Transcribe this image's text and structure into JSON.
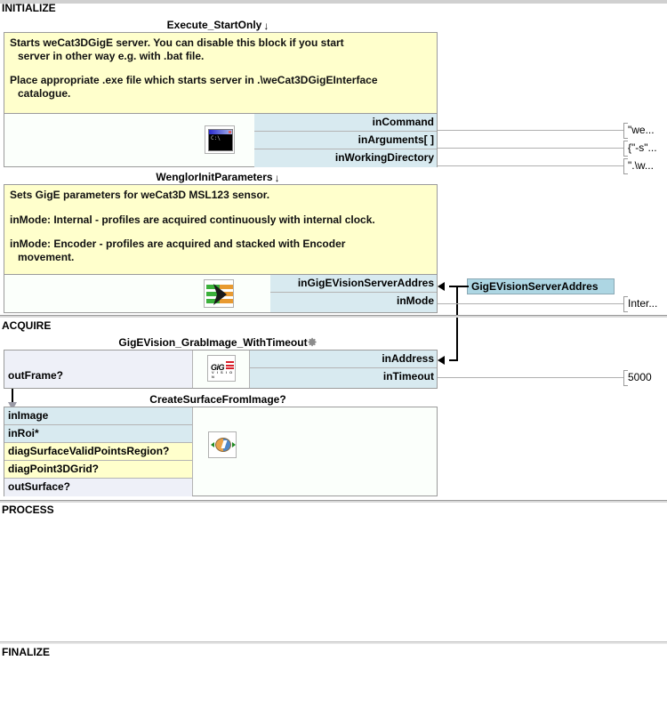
{
  "sections": [
    {
      "id": "initialize",
      "label": "INITIALIZE"
    },
    {
      "id": "acquire",
      "label": "ACQUIRE"
    },
    {
      "id": "process",
      "label": "PROCESS"
    },
    {
      "id": "finalize",
      "label": "FINALIZE"
    }
  ],
  "blocks": {
    "execute_startonly": {
      "title": "Execute_StartOnly",
      "title_glyph": "↓",
      "comment": {
        "line1": "Starts weCat3DGigE server. You can disable this block if you start",
        "line2": "server in other way e.g. with .bat file.",
        "line3": "Place appropriate .exe file which starts server in .\\weCat3DGigEInterface",
        "line4": "catalogue."
      },
      "icon": "console-icon",
      "inputs": [
        {
          "label": "inCommand",
          "value": "\"we..."
        },
        {
          "label": "inArguments[ ]",
          "value": "{\"-s\"..."
        },
        {
          "label": "inWorkingDirectory",
          "value": "\".\\w..."
        }
      ]
    },
    "wenglor_init_parameters": {
      "title": "WenglorInitParameters",
      "title_glyph": "↓",
      "comment": {
        "line1": "Sets GigE parameters for weCat3D MSL123 sensor.",
        "line2": "inMode: Internal - profiles are acquired continuously with internal clock.",
        "line3": "inMode: Encoder - profiles are acquired and stacked with Encoder",
        "line4": "movement."
      },
      "icon": "parameters-icon",
      "inputs": [
        {
          "label": "inGigEVisionServerAddres",
          "value": ""
        },
        {
          "label": "inMode",
          "value": "Inter..."
        }
      ]
    },
    "gigevision_grabimage": {
      "title": "GigEVision_GrabImage_WithTimeout",
      "title_glyph": "gear-icon",
      "icon": "gige-vision-icon",
      "outputs": [
        {
          "label": "outFrame?"
        }
      ],
      "inputs": [
        {
          "label": "inAddress",
          "value": ""
        },
        {
          "label": "inTimeout",
          "value": "5000"
        }
      ]
    },
    "create_surface_from_image": {
      "title": "CreateSurfaceFromImage?",
      "icon": "surface-icon",
      "ports": [
        {
          "label": "inImage",
          "kind": "in"
        },
        {
          "label": "inRoi*",
          "kind": "in"
        },
        {
          "label": "diagSurfaceValidPointsRegion?",
          "kind": "diag"
        },
        {
          "label": "diagPoint3DGrid?",
          "kind": "diag"
        },
        {
          "label": "outSurface?",
          "kind": "out"
        }
      ]
    }
  },
  "global_parameters": [
    {
      "name": "GigEVisionServerAddres"
    }
  ],
  "colors": {
    "comment_bg": "#ffffcc",
    "input_port_bg": "#d8eaf0",
    "output_port_bg": "#eef0f8",
    "global_param_bg": "#add6e3",
    "block_border": "#9b9b9b"
  }
}
